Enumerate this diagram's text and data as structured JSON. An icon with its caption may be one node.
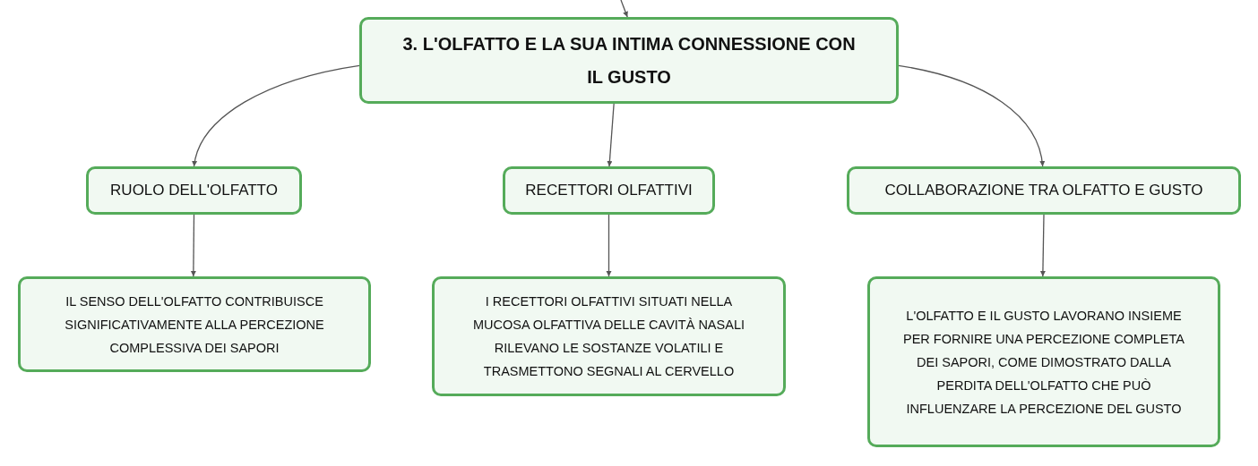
{
  "diagram": {
    "nodes": [
      {
        "text": [
          "3. L'OLFATTO E LA SUA INTIMA CONNESSIONE CON IL GUSTO"
        ]
      },
      {
        "text": [
          "RUOLO DELL'OLFATTO"
        ]
      },
      {
        "text": [
          "RECETTORI OLFATTIVI"
        ]
      },
      {
        "text": [
          "COLLABORAZIONE TRA OLFATTO E GUSTO"
        ]
      },
      {
        "text": [
          "IL SENSO DELL'OLFATTO CONTRIBUISCE SIGNIFICATIVAMENTE ALLA PERCEZIONE COMPLESSIVA DEI SAPORI"
        ]
      },
      {
        "text": [
          "I RECETTORI OLFATTIVI SITUATI NELLA MUCOSA OLFATTIVA DELLE CAVITÀ NASALI RILEVANO LE SOSTANZE VOLATILI E TRASMETTONO SEGNALI AL CERVELLO"
        ]
      },
      {
        "text": [
          "L'OLFATTO E IL GUSTO LAVORANO INSIEME PER FORNIRE UNA PERCEZIONE COMPLETA DEI SAPORI, COME DIMOSTRATO DALLA PERDITA DELL'OLFATTO CHE PUÒ INFLUENZARE LA PERCEZIONE DEL GUSTO"
        ]
      }
    ],
    "edges": [
      {
        "from": null,
        "to": 0,
        "arrow": "to"
      },
      {
        "from": 0,
        "to": 1,
        "arrow": "to"
      },
      {
        "from": 0,
        "to": 2,
        "arrow": "to"
      },
      {
        "from": 0,
        "to": 3,
        "arrow": "to"
      },
      {
        "from": 1,
        "to": 4,
        "arrow": "to"
      },
      {
        "from": 2,
        "to": 5,
        "arrow": "to"
      },
      {
        "from": 3,
        "to": 6,
        "arrow": "to"
      }
    ]
  }
}
